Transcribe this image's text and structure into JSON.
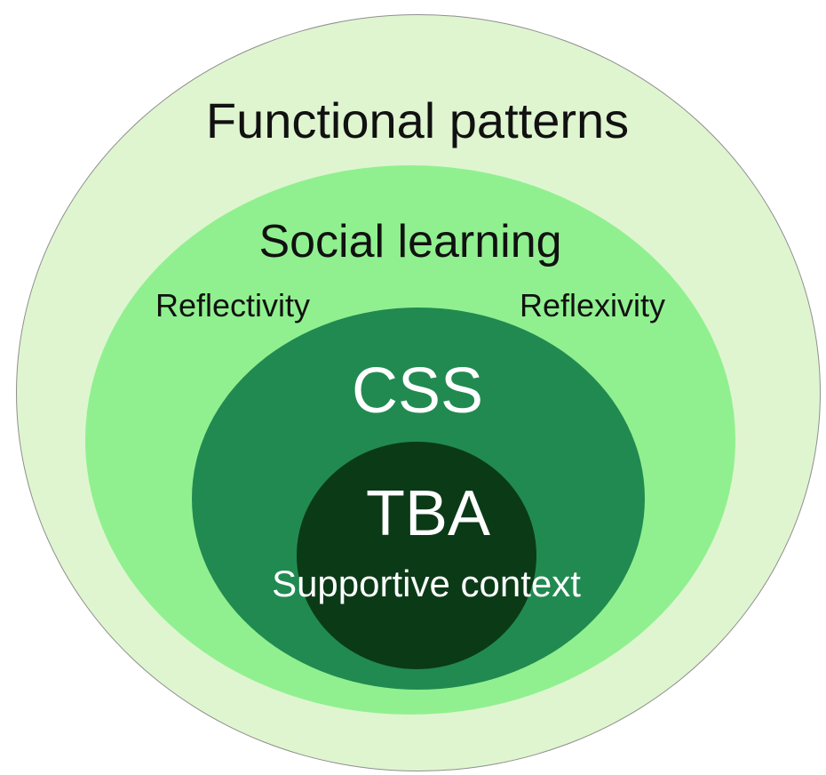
{
  "diagram": {
    "rings": [
      {
        "id": "functional",
        "label": "Functional patterns",
        "fill": "#dff5d0"
      },
      {
        "id": "social",
        "label": "Social learning",
        "fill": "#90f08f"
      },
      {
        "id": "css",
        "label": "CSS",
        "fill": "#218a51"
      },
      {
        "id": "tba",
        "label": "TBA",
        "fill": "#0b3a17"
      }
    ],
    "annotations": {
      "reflectivity": "Reflectivity",
      "reflexivity": "Reflexivity",
      "supportive_context": "Supportive context"
    },
    "outline_color": "#8f8f8f"
  }
}
